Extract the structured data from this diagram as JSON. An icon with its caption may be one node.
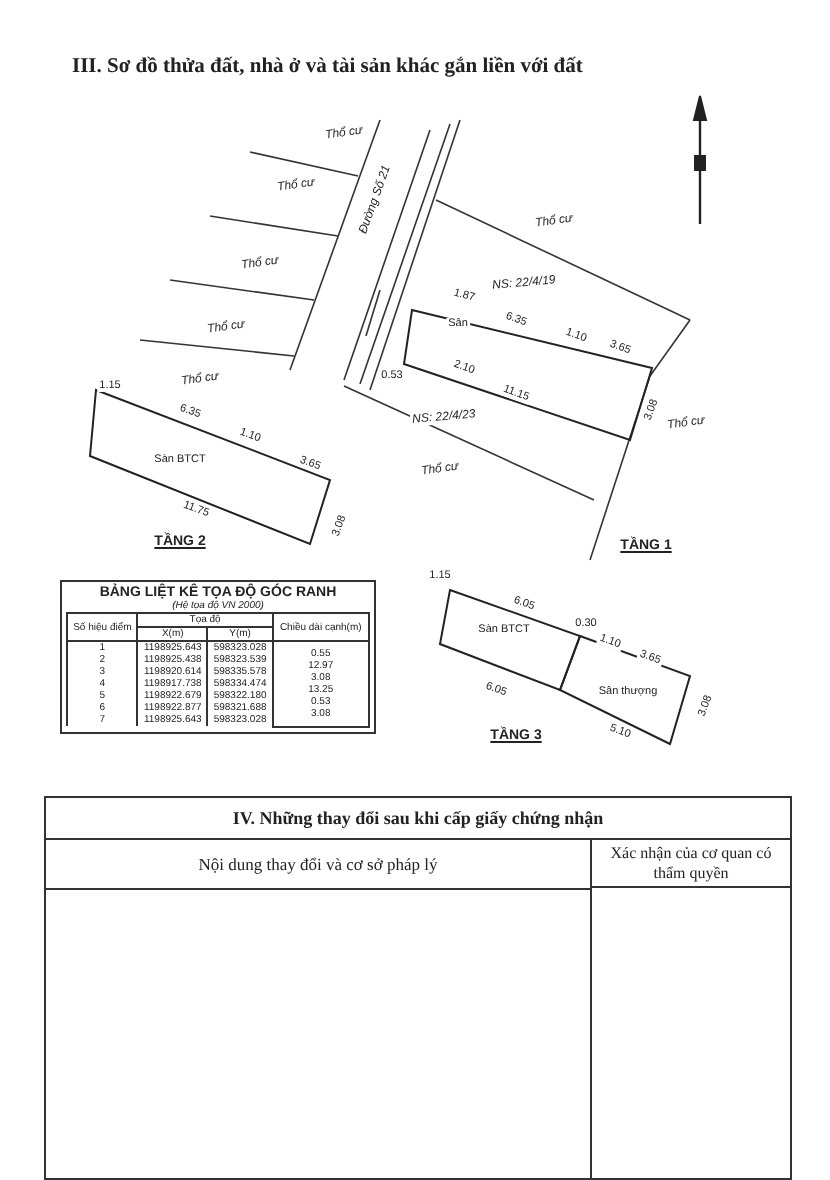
{
  "diagram": {
    "title": "III. Sơ đồ thửa đất, nhà ở và tài sản khác gắn liền với đất",
    "nodes": [
      {
        "text": [
          "Sân"
        ]
      },
      {
        "text": [
          "Sàn BTCT"
        ]
      },
      {
        "text": [
          "Sàn BTCT"
        ]
      },
      {
        "text": [
          "Sân thượng"
        ]
      }
    ],
    "labels": [
      "Thổ cư",
      "Thổ cư",
      "Thổ cư",
      "Đường Số 21",
      "Thổ cư",
      "NS: 22/4/19",
      "1.87",
      "6.35",
      "1.10",
      "3.65",
      "Thổ cư",
      "2.10",
      "0.53",
      "Thổ cư",
      "3.08",
      "Thổ cư",
      "NS: 22/4/23",
      "11.15",
      "Thổ cư",
      "1.15",
      "6.35",
      "1.10",
      "3.65",
      "11.75",
      "3.08",
      "1.15",
      "6.05",
      "0.30",
      "1.10",
      "3.65",
      "6.05",
      "5.10",
      "3.08",
      "BẢNG LIỆT KÊ TỌA ĐỘ GÓC RANH",
      "(Hệ tọa độ VN 2000)",
      "Số hiệu điểm",
      "Tọa độ",
      "Chiều dài cạnh(m)",
      "X(m)",
      "Y(m)",
      "1",
      "1198925.643",
      "598323.028",
      "0.55",
      "2",
      "1198925.438",
      "598323.539",
      "12.97",
      "3",
      "1198920.614",
      "598335.578",
      "3.08",
      "4",
      "1198917.738",
      "598334.474",
      "13.25",
      "5",
      "1198922.679",
      "598322.180",
      "0.53",
      "6",
      "1198922.877",
      "598321.688",
      "3.08",
      "7",
      "1198925.643",
      "598323.028",
      "IV. Những thay đổi sau khi cấp giấy chứng nhận",
      "Nội dung thay đổi và cơ sở pháp lý",
      "Xác nhận của cơ quan có thẩm quyền",
      "TẦNG 2",
      "TẦNG 1",
      "TẦNG 3"
    ]
  }
}
